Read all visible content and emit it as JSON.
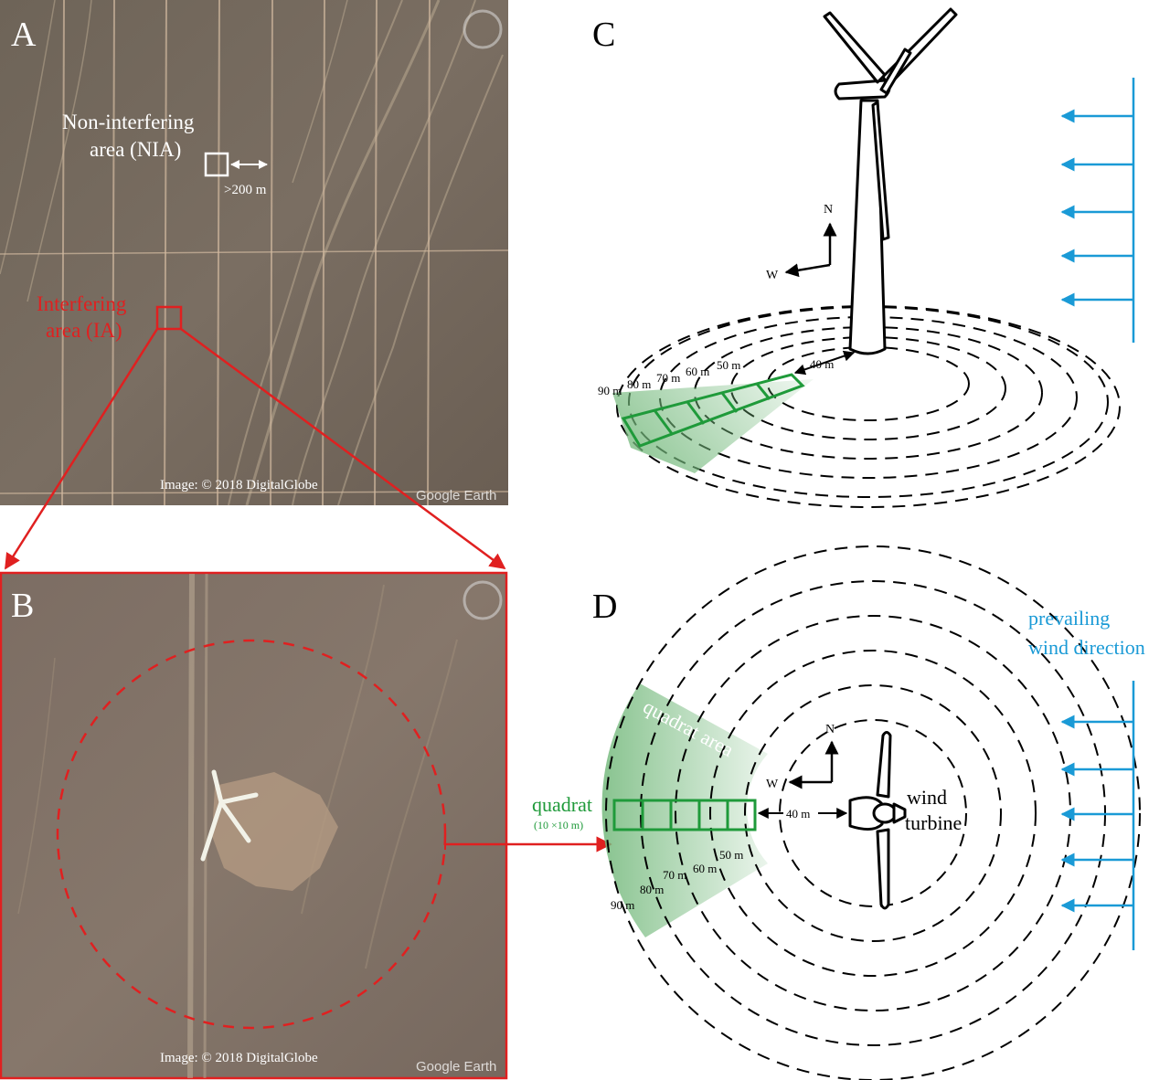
{
  "panels": {
    "a": {
      "letter": "A",
      "nia_label_line1": "Non-interfering",
      "nia_label_line2": "area (NIA)",
      "distance_label": ">200 m",
      "ia_label_line1": "Interfering",
      "ia_label_line2": "area (IA)",
      "credit": "Image: © 2018 DigitalGlobe",
      "watermark": "Google Earth"
    },
    "b": {
      "letter": "B",
      "credit": "Image: © 2018 DigitalGlobe",
      "watermark": "Google Earth"
    },
    "c": {
      "letter": "C",
      "compass_north": "N",
      "compass_west": "W",
      "ring_labels": [
        "90 m",
        "80 m",
        "70 m",
        "60 m",
        "50 m"
      ],
      "distance_label": "40 m"
    },
    "d": {
      "letter": "D",
      "compass_north": "N",
      "compass_west": "W",
      "prevailing_line1": "prevailing",
      "prevailing_line2": "wind direction",
      "quadrat_area_label": "quadrat area",
      "quadrat_label": "quadrat",
      "quadrat_size": "(10 ×10 m)",
      "distance_label": "40 m",
      "turbine_line1": "wind",
      "turbine_line2": "turbine",
      "ring_labels": [
        "90 m",
        "80 m",
        "70 m",
        "60 m",
        "50 m"
      ]
    }
  },
  "colors": {
    "interfering": "#e02020",
    "wind_arrows": "#1a9ad6",
    "quadrat": "#1f9a3a",
    "quadrat_fill": "#74b97c",
    "satellite": "#7a6c5f"
  }
}
